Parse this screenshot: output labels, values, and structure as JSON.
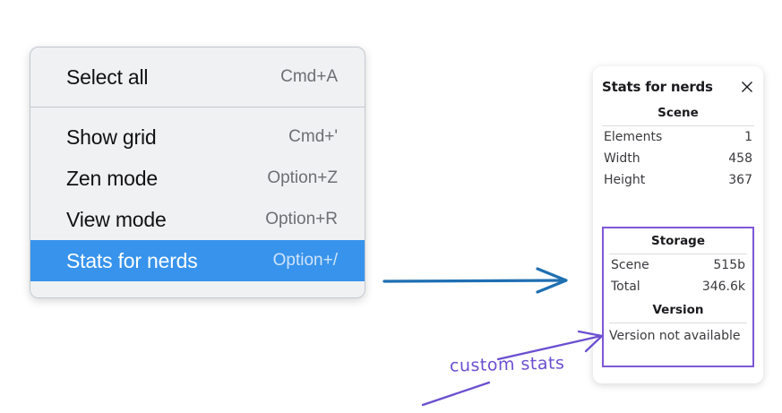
{
  "context_menu": {
    "groups": [
      {
        "name": "edit-group",
        "items": [
          {
            "label": "Select all",
            "shortcut": "Cmd+A",
            "highlighted": false
          }
        ]
      },
      {
        "name": "view-group",
        "items": [
          {
            "label": "Show grid",
            "shortcut": "Cmd+'",
            "highlighted": false
          },
          {
            "label": "Zen mode",
            "shortcut": "Option+Z",
            "highlighted": false
          },
          {
            "label": "View mode",
            "shortcut": "Option+R",
            "highlighted": false
          },
          {
            "label": "Stats for nerds",
            "shortcut": "Option+/",
            "highlighted": true
          }
        ]
      }
    ],
    "highlight_color": "#3793EC",
    "background_color": "#F0F1F3"
  },
  "stats_panel": {
    "title": "Stats for nerds",
    "close_icon": "close-icon",
    "sections": [
      {
        "name": "scene",
        "heading": "Scene",
        "rows": [
          {
            "key": "Elements",
            "value": "1"
          },
          {
            "key": "Width",
            "value": "458"
          },
          {
            "key": "Height",
            "value": "367"
          }
        ]
      },
      {
        "name": "storage",
        "heading": "Storage",
        "rows": [
          {
            "key": "Scene",
            "value": "515b"
          },
          {
            "key": "Total",
            "value": "346.6k"
          }
        ]
      },
      {
        "name": "version",
        "heading": "Version",
        "text": "Version not available"
      }
    ],
    "highlight_box_color": "#7E57D8"
  },
  "annotations": {
    "handwritten_label": "custom stats",
    "blue_arrow_color": "#1F6FB2",
    "purple_color": "#6B4FD0"
  }
}
